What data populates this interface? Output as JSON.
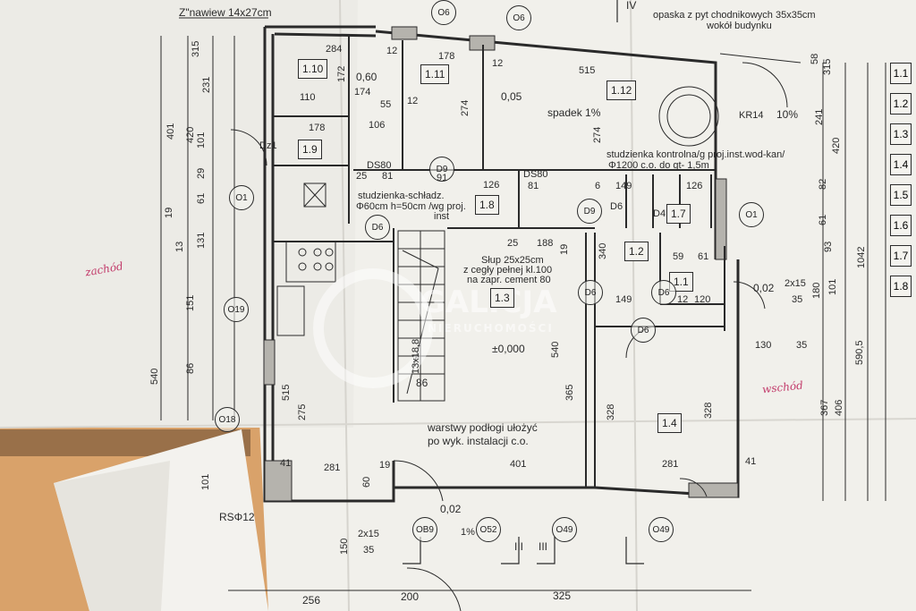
{
  "header": {
    "window_label": "Z\"nawiew 14x27cm",
    "curb_note": "opaska z pyt chodnikowych 35x35cm",
    "curb_note2": "wokół budynku"
  },
  "rooms": {
    "r110": "1.10",
    "r111": "1.11",
    "r112": "1.12",
    "r19": "1.9",
    "r18": "1.8",
    "r17": "1.7",
    "r12": "1.2",
    "r11": "1.1",
    "r13": "1.3",
    "r14": "1.4"
  },
  "notes": {
    "spadek": "spadek 1%",
    "studzienka_kontrolna": "studzienka kontrolna/g proj.inst.wod-kan/",
    "fi1200": "Φ1200 c.o. do gt- 1,5m",
    "studzienka_schlad": "studzienka-schładz.",
    "fi60": "Φ60cm h=50cm /wg proj.",
    "inst": "inst",
    "slup1": "Słup 25x25cm",
    "slup2": "z cegły pełnej kl.100",
    "slup3": "na zapr. cement 80",
    "warstwy1": "warstwy podłogi ułożyć",
    "warstwy2": "po wyk. instalacji c.o.",
    "zero": "±0,000",
    "p005": "0,05",
    "p002a": "0,02",
    "p002b": "0,02",
    "kr": "KR14",
    "pct": "10%",
    "pct1": "1%",
    "rs": "RSΦ12",
    "stair": "13x18,8"
  },
  "openings": {
    "o1": "O1",
    "o1b": "O1",
    "o19": "O19",
    "o18": "O18",
    "o6a": "O6",
    "o6b": "O6",
    "o52": "O52",
    "o49a": "O49",
    "o49b": "O49",
    "ob9": "OB9",
    "d6a": "D6",
    "d6b": "D6",
    "d6c": "D6",
    "d6d": "D6",
    "d6e": "D6",
    "d9a": "D9",
    "d9b": "D9",
    "dz1": "Dz1",
    "ds80a": "DS80",
    "ds80b": "DS80",
    "d4": "D4"
  },
  "dims": {
    "t284": "284",
    "t178": "178",
    "t515": "515",
    "t12a": "12",
    "t12b": "12",
    "t12c": "12",
    "t060": "0,60",
    "t174": "174",
    "t110": "110",
    "t55": "55",
    "t178b": "178",
    "t106": "106",
    "t274a": "274",
    "t274b": "274",
    "t172": "172",
    "t25": "25",
    "t81": "81",
    "t91": "91",
    "t126a": "126",
    "t126b": "126",
    "t81b": "81",
    "t149a": "149",
    "t6": "6",
    "t188": "188",
    "t25b": "25",
    "t19": "19",
    "t340": "340",
    "t59": "59",
    "t61": "61",
    "t120": "120",
    "t12d": "12",
    "t149b": "149",
    "t2x15a": "2x15",
    "t35a": "35",
    "t130": "130",
    "t35b": "35",
    "t540a": "540",
    "t540b": "540",
    "t365": "365",
    "t328a": "328",
    "t328b": "328",
    "t515b": "515",
    "t275": "275",
    "t86": "86",
    "t86b": "86",
    "t151": "151",
    "t131": "131",
    "t19b": "19",
    "t61b": "61",
    "t101": "101",
    "t420": "420",
    "t401a": "401",
    "t231": "231",
    "t315": "315",
    "t41a": "41",
    "t281a": "281",
    "t19c": "19",
    "t401b": "401",
    "t281b": "281",
    "t41b": "41",
    "t60": "60",
    "t101b": "101",
    "t150": "150",
    "t2x15b": "2x15",
    "t35c": "35",
    "t256": "256",
    "t200": "200",
    "t325": "325",
    "t1042": "1042",
    "t5905": "590,5",
    "t367": "367",
    "t406": "406",
    "t241": "241",
    "t420b": "420",
    "t82": "82",
    "t61c": "61",
    "t93": "93",
    "t101c": "101",
    "t180": "180",
    "t58": "58",
    "t315b": "315",
    "t13": "13",
    "t29": "29"
  },
  "handwritten": {
    "left": "zachód",
    "right": "wschód"
  },
  "legend": [
    "1.1",
    "1.2",
    "1.3",
    "1.4",
    "1.5",
    "1.6",
    "1.7",
    "1.8"
  ],
  "watermark": {
    "brand": "GALICJA",
    "sub": "NIERUCHOMOŚCI"
  },
  "colors": {
    "paper": "#f1f0eb",
    "ink": "#2a2a2a",
    "handwriting": "#c23a6a",
    "table": "#c9a27a"
  },
  "section_marks": [
    "III",
    "III",
    "IV"
  ]
}
